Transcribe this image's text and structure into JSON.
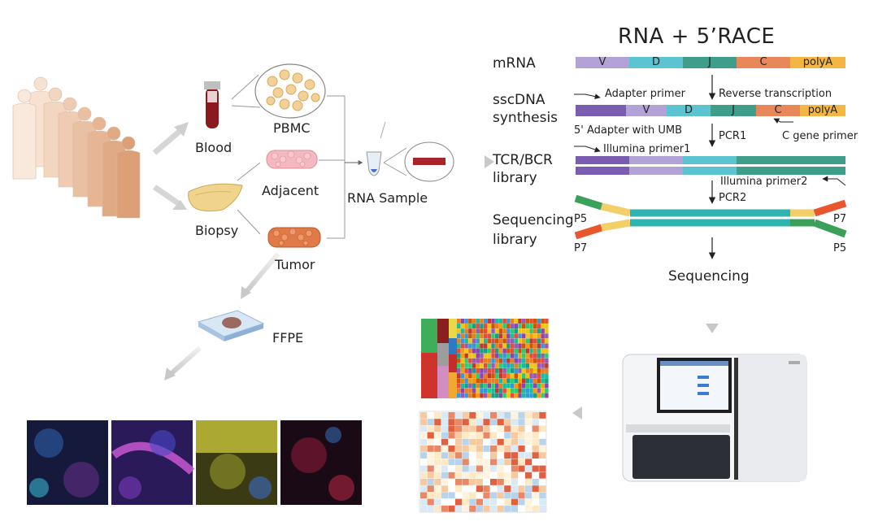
{
  "title": "RNA + 5’RACE",
  "samples": {
    "blood": "Blood",
    "pbmc": "PBMC",
    "adjacent": "Adjacent",
    "biopsy": "Biopsy",
    "tumor": "Tumor",
    "rna_sample": "RNA Sample",
    "ffpe": "FFPE"
  },
  "workflow": {
    "row_labels": {
      "mrna": "mRNA",
      "sscdna_1": "sscDNA",
      "sscdna_2": "synthesis",
      "tcr_1": "TCR/BCR",
      "tcr_2": "library",
      "seq_1": "Sequencing",
      "seq_2": "library"
    },
    "segments": {
      "v": "V",
      "d": "D",
      "j": "J",
      "c": "C",
      "polya": "polyA"
    },
    "annotations": {
      "adapter_primer": "Adapter primer",
      "reverse_transcription": "Reverse transcription",
      "adapter_umb": "5' Adapter with UMB",
      "pcr1": "PCR1",
      "c_gene_primer": "C gene primer",
      "illumina_primer1": "Illumina primer1",
      "illumina_primer2": "Illumina primer2",
      "pcr2": "PCR2",
      "p5_top": "P5",
      "p7_top": "P7",
      "p7_bottom": "P7",
      "p5_bottom": "P5",
      "sequencing": "Sequencing"
    }
  },
  "colors": {
    "v": "#b3a2d6",
    "d": "#5cc3d1",
    "j": "#3f9e8a",
    "c": "#e8885a",
    "polya": "#f3b643",
    "adapter": "#7a5cb0",
    "p5": "#e8562e",
    "p7_green": "#3aa05a",
    "yellow": "#f3cf6a",
    "arrow_gray": "#cfcfcf"
  }
}
